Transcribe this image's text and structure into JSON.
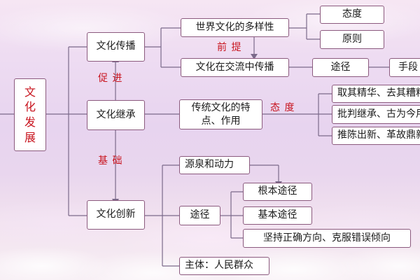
{
  "root": {
    "chars": [
      "文",
      "化",
      "发",
      "展"
    ]
  },
  "branches": {
    "spread": "文化传播",
    "inherit": "文化继承",
    "innovate": "文化创新"
  },
  "relations": {
    "promote": "促  进",
    "foundation": "基  础",
    "premise": "前  提",
    "attitude": "态  度"
  },
  "spread_section": {
    "diversity": "世界文化的多样性",
    "attitude": "态度",
    "principle": "原则",
    "exchange": "文化在交流中传播",
    "route": "途径",
    "means": "手段"
  },
  "inherit_section": {
    "traditional": [
      "传统文化的特",
      "点、作用"
    ],
    "attitudes": [
      "取其精华、去其糟粕",
      "批判继承、古为今用",
      "推陈出新、革故鼎新"
    ]
  },
  "innovate_section": {
    "source": "源泉和动力",
    "route": "途径",
    "fundamental": "根本途径",
    "basic": "基本途径",
    "persist": "坚持正确方向、克服错误倾向",
    "subject": "主体：人民群众"
  },
  "colors": {
    "connector": "#7b6a8a",
    "border": "#8b5a7e",
    "label_red": "#c8141e"
  }
}
